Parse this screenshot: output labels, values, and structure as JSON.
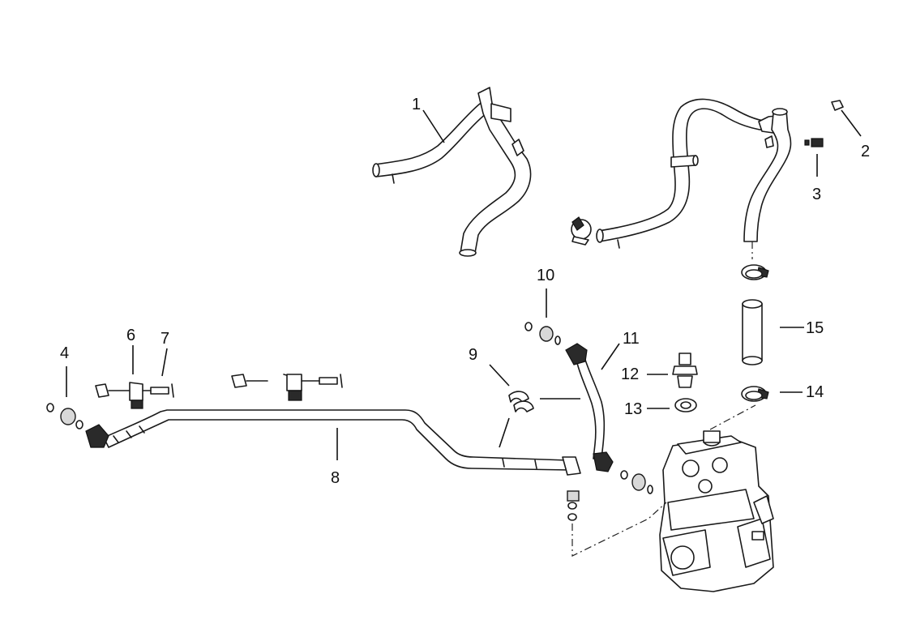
{
  "diagram": {
    "callouts": {
      "c1": "1",
      "c2": "2",
      "c3": "3",
      "c4": "4",
      "c6": "6",
      "c7": "7",
      "c8": "8",
      "c9": "9",
      "c10": "10",
      "c11": "11",
      "c12": "12",
      "c13": "13",
      "c14": "14",
      "c15": "15"
    },
    "line_color": "#1a1a1a",
    "background": "#ffffff"
  }
}
